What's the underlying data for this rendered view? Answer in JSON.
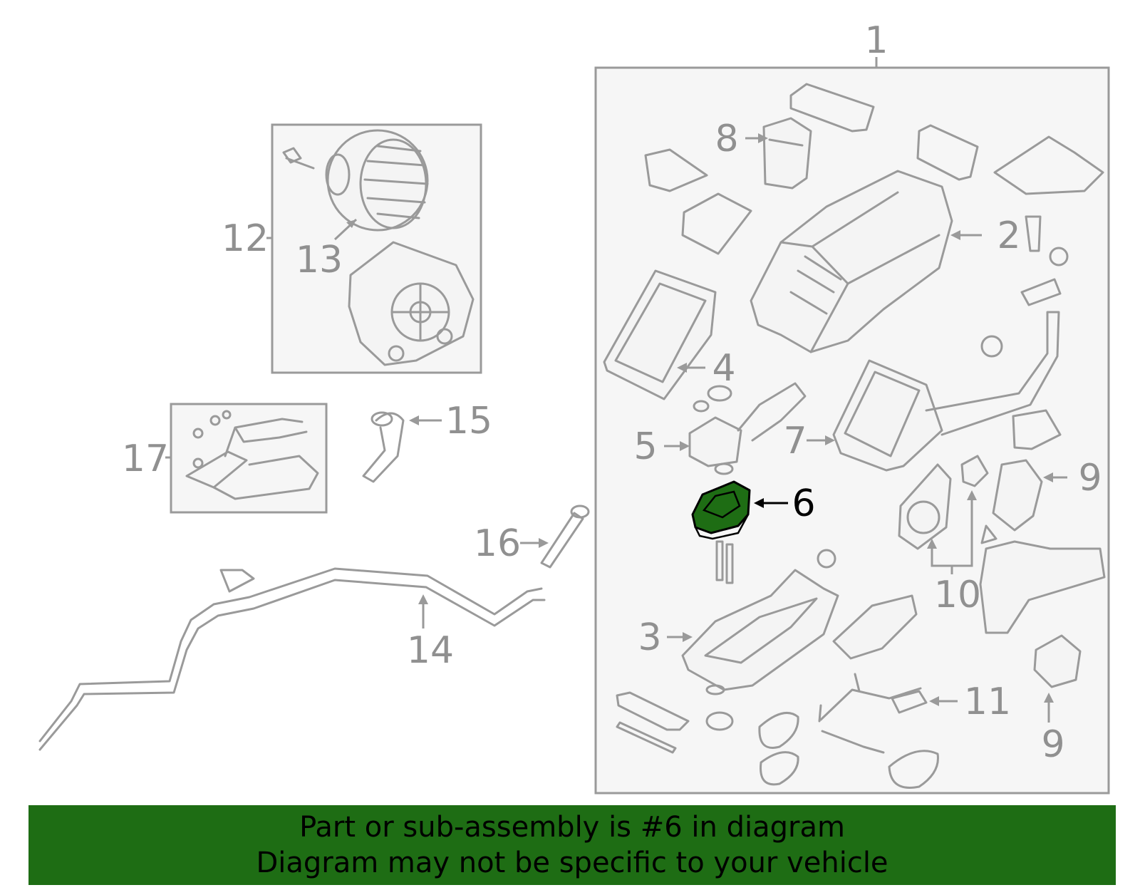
{
  "callouts": {
    "c1": "1",
    "c2": "2",
    "c3": "3",
    "c4": "4",
    "c5": "5",
    "c6": "6",
    "c7": "7",
    "c8": "8",
    "c9a": "9",
    "c9b": "9",
    "c10": "10",
    "c11": "11",
    "c12": "12",
    "c13": "13",
    "c14": "14",
    "c15": "15",
    "c16": "16",
    "c17": "17"
  },
  "highlighted_part": "6",
  "colors": {
    "highlight": "#1e6d14",
    "line_art": "#9a9a9a",
    "banner_bg": "#1e6d14",
    "panel_bg": "#f6f6f6"
  },
  "banner": {
    "line1": "Part or sub-assembly is #6 in diagram",
    "line2": "Diagram may not be specific to your vehicle"
  }
}
